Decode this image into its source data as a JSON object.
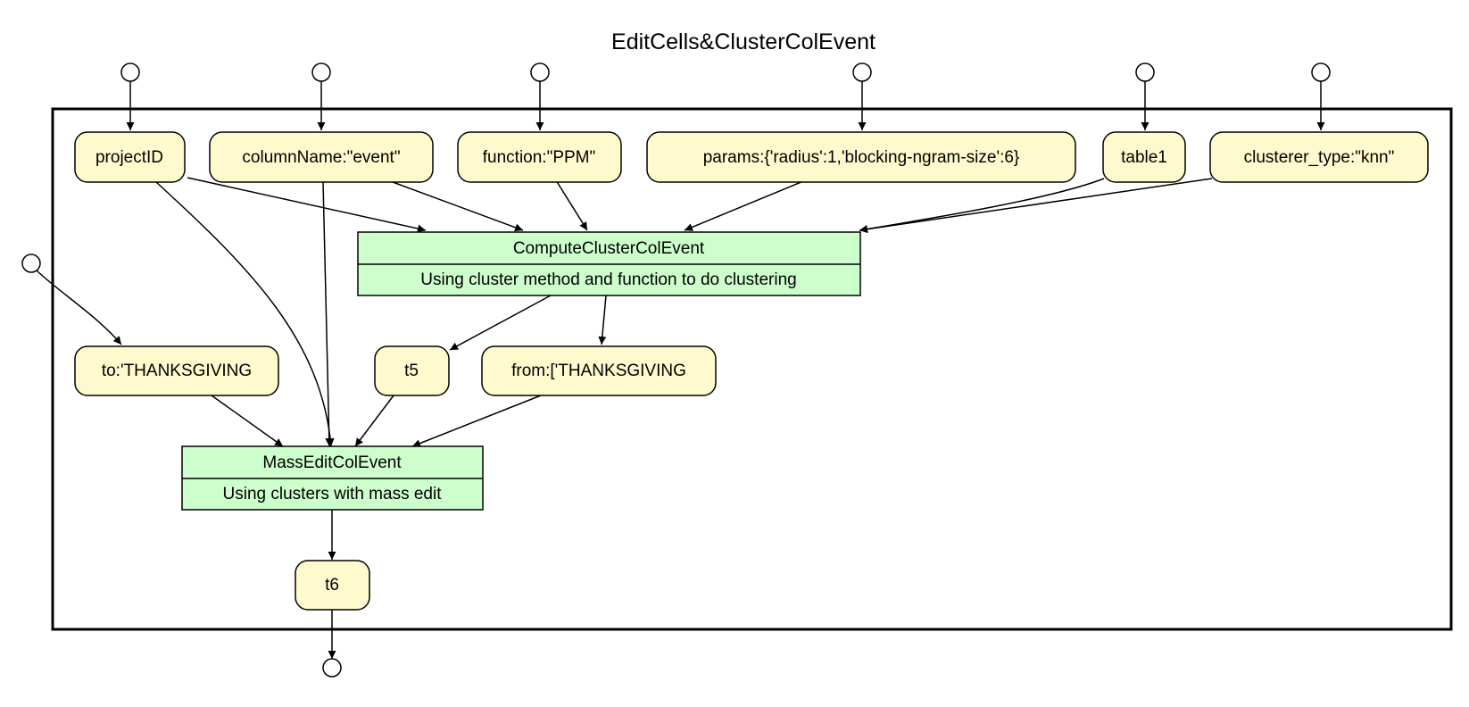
{
  "diagram": {
    "title": "EditCells&ClusterColEvent",
    "colors": {
      "data_node_fill": "#fffacd",
      "process_fill": "#ccffcc",
      "stroke": "#000000"
    },
    "data_nodes": {
      "projectID": "projectID",
      "columnName": "columnName:\"event\"",
      "function": "function:\"PPM\"",
      "params": "params:{'radius':1,'blocking-ngram-size':6}",
      "table1": "table1",
      "clusterer_type": "clusterer_type:\"knn\"",
      "to": "to:'THANKSGIVING",
      "t5": "t5",
      "from": "from:['THANKSGIVING",
      "t6": "t6"
    },
    "processes": {
      "compute": {
        "name": "ComputeClusterColEvent",
        "description": "Using cluster method and function to do clustering"
      },
      "massedit": {
        "name": "MassEditColEvent",
        "description": "Using clusters with mass edit"
      }
    }
  }
}
